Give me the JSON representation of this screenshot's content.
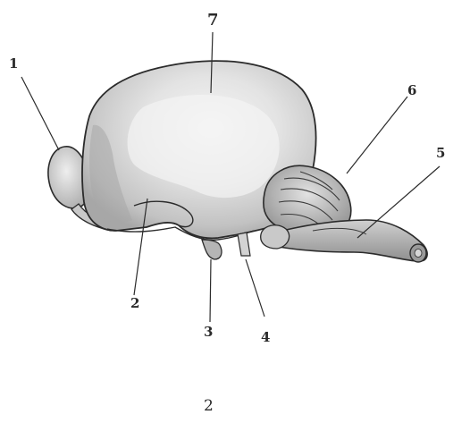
{
  "figure": {
    "caption": "2",
    "labels": [
      {
        "id": "1",
        "text": "1"
      },
      {
        "id": "2",
        "text": "2"
      },
      {
        "id": "3",
        "text": "3"
      },
      {
        "id": "4",
        "text": "4"
      },
      {
        "id": "5",
        "text": "5"
      },
      {
        "id": "6",
        "text": "6"
      },
      {
        "id": "7",
        "text": "7"
      }
    ]
  },
  "colors": {
    "outline": "#2b2b2b",
    "hemisphere_fill": "#d9d9d9",
    "hemisphere_highlight": "#f4f4f4",
    "shadow": "#9a9a9a",
    "cerebellum_fill": "#bdbdbd",
    "stem_fill": "#b3b3b3"
  }
}
